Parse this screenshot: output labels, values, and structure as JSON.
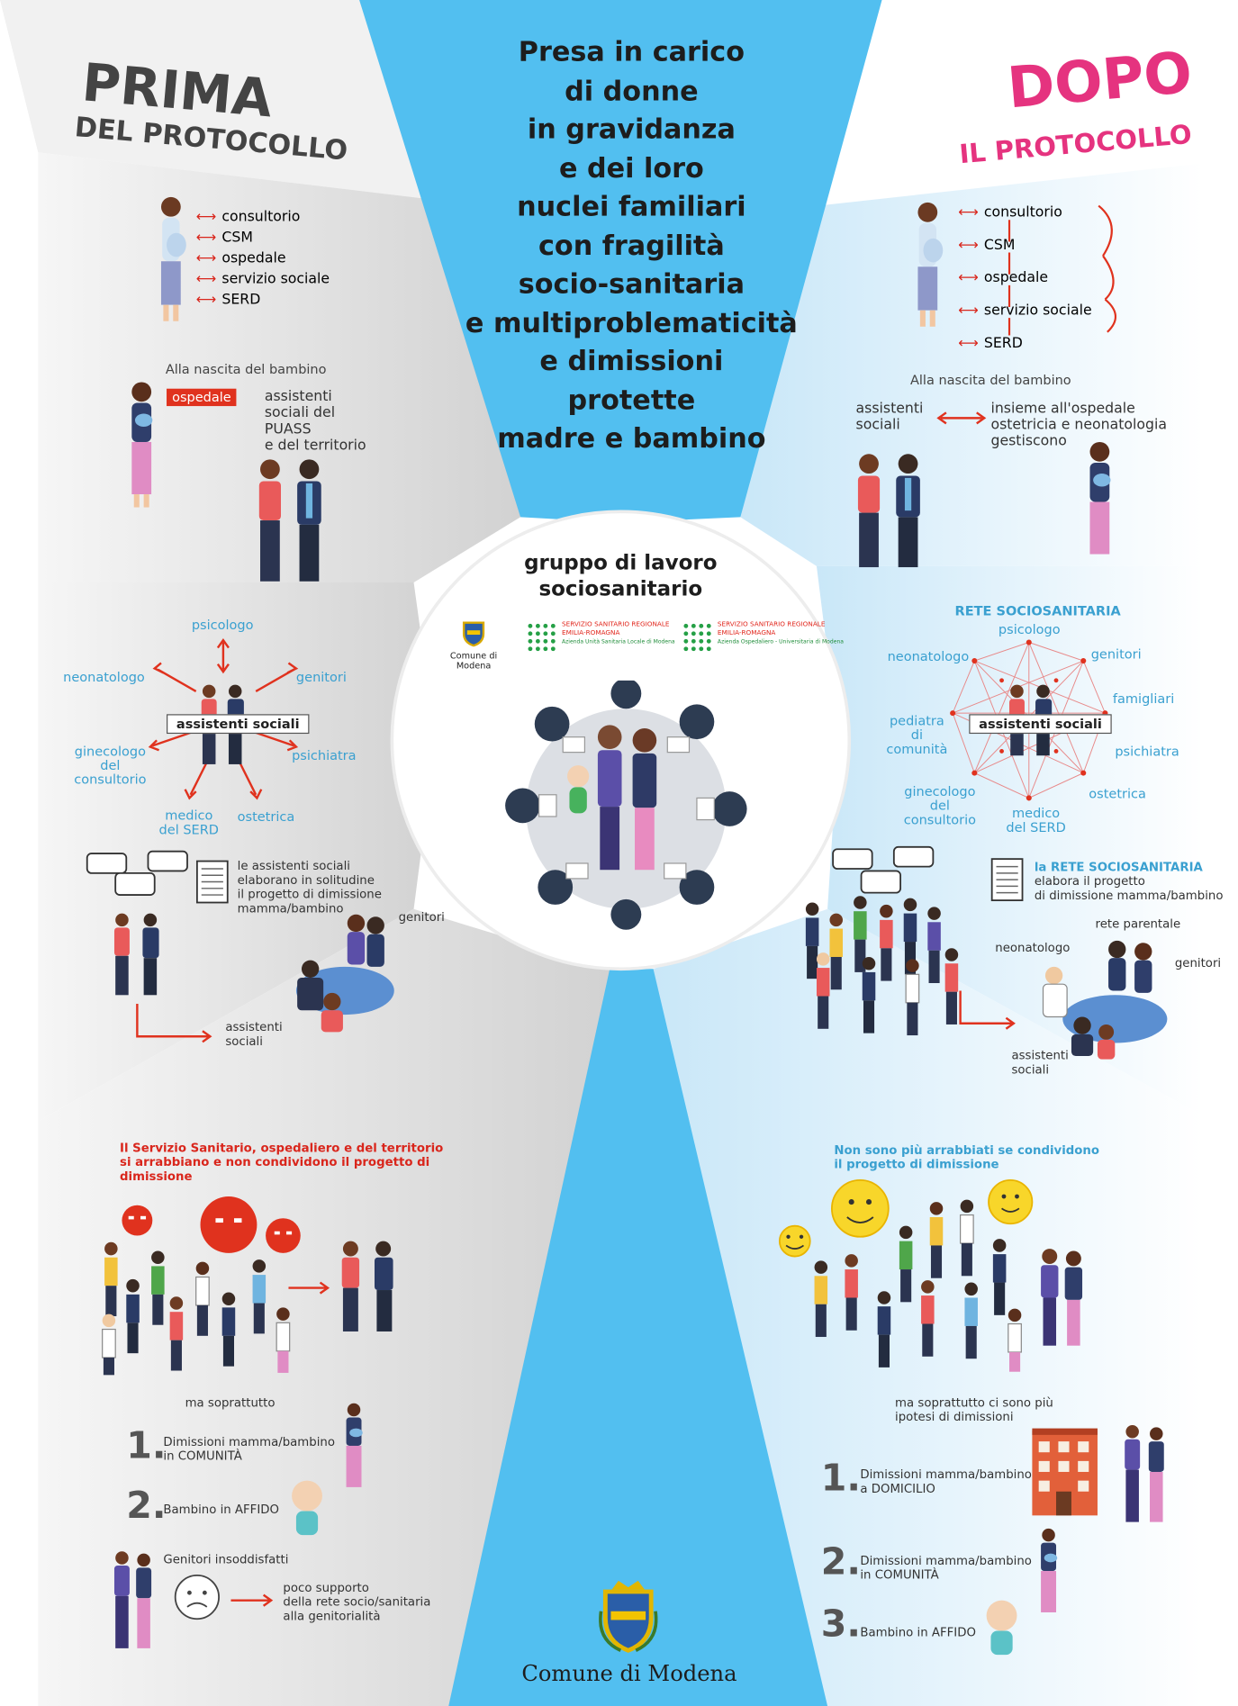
{
  "center": {
    "title_lines": [
      "Presa in carico",
      "di donne",
      "in gravidanza",
      "e dei loro",
      "nuclei familiari",
      "con fragilità",
      "socio-sanitaria",
      "e multiproblematicità",
      "e dimissioni",
      "protette",
      "madre e bambino"
    ],
    "circle_title_1": "gruppo di lavoro",
    "circle_title_2": "sociosanitario",
    "logo_modena": "Comune di Modena",
    "logo_ssr1_line1": "SERVIZIO SANITARIO REGIONALE",
    "logo_ssr1_line2": "EMILIA-ROMAGNA",
    "logo_ssr1_line3": "Azienda Unità Sanitaria Locale di Modena",
    "logo_ssr2_line1": "SERVIZIO SANITARIO REGIONALE",
    "logo_ssr2_line2": "EMILIA-ROMAGNA",
    "logo_ssr2_line3": "Azienda Ospedaliero - Universitaria di Modena",
    "footer_logo": "Comune di Modena"
  },
  "prima": {
    "title": "PRIMA",
    "subtitle": "DEL PROTOCOLLO",
    "services": [
      "consultorio",
      "CSM",
      "ospedale",
      "servizio sociale",
      "SERD"
    ],
    "birth_label": "Alla nascita del bambino",
    "ospedale_tag": "ospedale",
    "assistenti_text": [
      "assistenti",
      "sociali del",
      "PUASS",
      "e del territorio"
    ],
    "network": {
      "center": "assistenti sociali",
      "psicologo": "psicologo",
      "neonatologo": "neonatologo",
      "genitori": "genitori",
      "ginecologo": [
        "ginecologo",
        "del",
        "consultorio"
      ],
      "psichiatra": "psichiatra",
      "medico": [
        "medico",
        "del SERD"
      ],
      "ostetrica": "ostetrica"
    },
    "solitudine": [
      "le assistenti sociali",
      "elaborano in solitudine",
      "il progetto di dimissione",
      "mamma/bambino"
    ],
    "genitori_label": "genitori",
    "assistenti_label": [
      "assistenti",
      "sociali"
    ],
    "angry_text": [
      "Il Servizio Sanitario, ospedaliero e del territorio",
      "si arrabbiano e non condividono il progetto di",
      "dimissione"
    ],
    "ma_soprattutto": "ma soprattutto",
    "item1_num": "1.",
    "item1": [
      "Dimissioni mamma/bambino",
      "in COMUNITÀ"
    ],
    "item2_num": "2.",
    "item2": "Bambino in AFFIDO",
    "insoddisfatti": "Genitori insoddisfatti",
    "supporto": [
      "poco supporto",
      "della rete socio/sanitaria",
      "alla genitorialità"
    ]
  },
  "dopo": {
    "title": "DOPO",
    "subtitle": "IL PROTOCOLLO",
    "services": [
      "consultorio",
      "CSM",
      "ospedale",
      "servizio sociale",
      "SERD"
    ],
    "birth_label": "Alla nascita del bambino",
    "assistenti_text": [
      "assistenti",
      "sociali"
    ],
    "insieme_text": [
      "insieme all'ospedale",
      "ostetricia e neonatologia",
      "gestiscono"
    ],
    "rete_title": "RETE SOCIOSANITARIA",
    "network": {
      "center": "assistenti sociali",
      "psicologo": "psicologo",
      "neonatologo": "neonatologo",
      "genitori": "genitori",
      "famigliari": "famigliari",
      "pediatra": [
        "pediatra",
        "di",
        "comunità"
      ],
      "psichiatra": "psichiatra",
      "ginecologo": [
        "ginecologo",
        "del",
        "consultorio"
      ],
      "ostetrica": "ostetrica",
      "medico": [
        "medico",
        "del SERD"
      ]
    },
    "rete_proj_1": "la RETE SOCIOSANITARIA",
    "rete_proj_2": "elabora il progetto",
    "rete_proj_3": "di dimissione mamma/bambino",
    "rete_parentale": "rete parentale",
    "neonatologo_label": "neonatologo",
    "genitori_label": "genitori",
    "assistenti_label": [
      "assistenti",
      "sociali"
    ],
    "happy_text": [
      "Non sono più arrabbiati se condividono",
      "il progetto di dimissione"
    ],
    "ma_soprattutto": [
      "ma soprattutto ci sono più",
      "ipotesi di dimissioni"
    ],
    "item1_num": "1.",
    "item1": [
      "Dimissioni mamma/bambino",
      "a DOMICILIO"
    ],
    "item2_num": "2.",
    "item2": [
      "Dimissioni mamma/bambino",
      "in COMUNITÀ"
    ],
    "item3_num": "3.",
    "item3": "Bambino in AFFIDO"
  },
  "colors": {
    "sky": "#52bff0",
    "pink": "#e5337f",
    "red": "#d9261c",
    "teal": "#3aa0d0",
    "grey": "#444444"
  }
}
